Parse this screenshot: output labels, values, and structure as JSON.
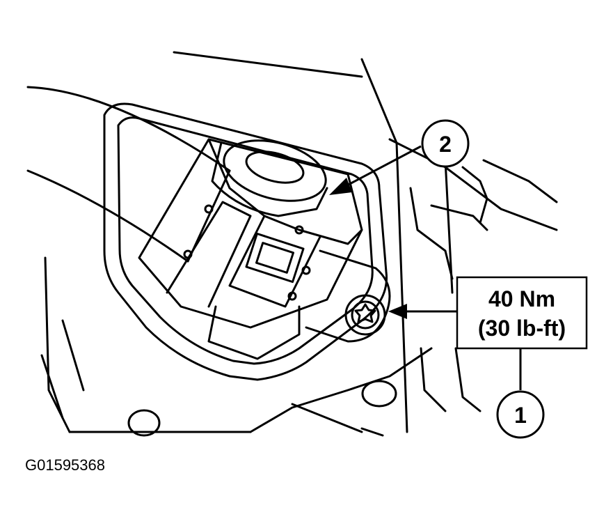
{
  "figure_id": "G01595368",
  "callouts": [
    {
      "number": "1"
    },
    {
      "number": "2"
    }
  ],
  "torque_spec": {
    "line1": "40 Nm",
    "line2": "(30 lb-ft)"
  },
  "colors": {
    "ink": "#000000",
    "paper": "#ffffff"
  }
}
